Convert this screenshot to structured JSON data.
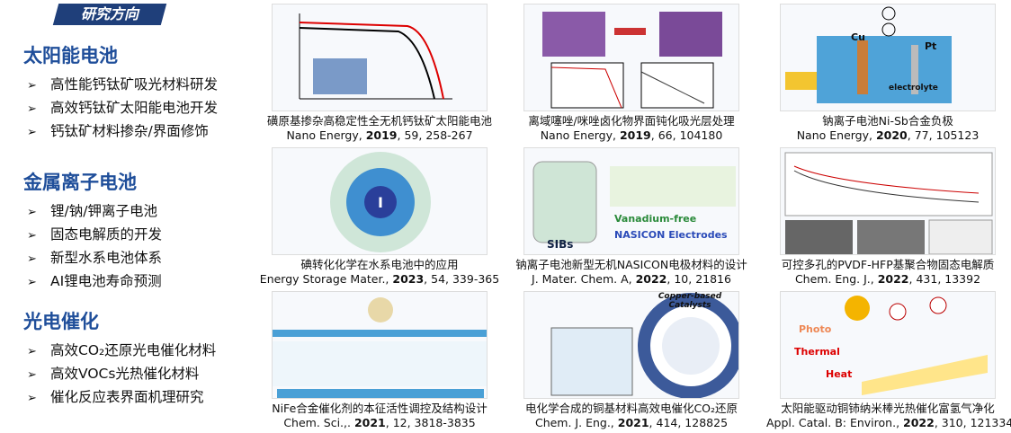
{
  "header": {
    "badge": "研究方向"
  },
  "sections": [
    {
      "title": "太阳能电池",
      "items": [
        "高性能钙钛矿吸光材料研发",
        "高效钙钛矿太阳能电池开发",
        "钙钛矿材料掺杂/界面修饰"
      ]
    },
    {
      "title": "金属离子电池",
      "items": [
        "锂/钠/钾离子电池",
        "固态电解质的开发",
        "新型水系电池体系",
        "AI锂电池寿命预测"
      ]
    },
    {
      "title": "光电催化",
      "items": [
        "高效CO₂还原光电催化材料",
        "高效VOCs光热催化材料",
        "催化反应表界面机理研究"
      ]
    }
  ],
  "bullet": "➢",
  "papers": [
    {
      "title": "磺原基掺杂高稳定性全无机钙钛矿太阳能电池",
      "journal": "Nano Energy, ",
      "year": "2019",
      "rest": ", 59, 258-267"
    },
    {
      "title": "离域噻唑/咪唑卤化物界面钝化吸光层处理",
      "journal": "Nano Energy, ",
      "year": "2019",
      "rest": ", 66, 104180"
    },
    {
      "title": "钠离子电池Ni-Sb合金负极",
      "journal": "Nano Energy, ",
      "year": "2020",
      "rest": ", 77, 105123"
    },
    {
      "title": "碘转化化学在水系电池中的应用",
      "journal": "Energy Storage Mater., ",
      "year": "2023",
      "rest": ", 54, 339-365"
    },
    {
      "title": "钠离子电池新型无机NASICON电极材料的设计",
      "journal": "J. Mater. Chem. A, ",
      "year": "2022",
      "rest": ", 10, 21816"
    },
    {
      "title": "可控多孔的PVDF-HFP基聚合物固态电解质",
      "journal": "Chem. Eng. J., ",
      "year": "2022",
      "rest": ", 431, 13392"
    },
    {
      "title": "NiFe合金催化剂的本征活性调控及结构设计",
      "journal": "Chem. Sci.,. ",
      "year": "2021",
      "rest": ", 12, 3818-3835"
    },
    {
      "title": "电化学合成的铜基材料高效电催化CO₂还原",
      "journal": "Chem. J. Eng., ",
      "year": "2021",
      "rest": ", 414, 128825"
    },
    {
      "title": "太阳能驱动铜铈纳米棒光热催化富氢气净化",
      "journal": "Appl. Catal. B: Environ., ",
      "year": "2022",
      "rest": ", 310, 121334"
    }
  ],
  "figure_labels": {
    "sibs": "SIBs",
    "vfree": "Vanadium-free",
    "nasicon": "NASICON Electrodes",
    "photo": "Photo",
    "thermal": "Thermal",
    "heat": "Heat",
    "cu": "Cu",
    "pt": "Pt",
    "electrolyte": "electrolyte",
    "copper": "Copper-based Catalysts"
  }
}
